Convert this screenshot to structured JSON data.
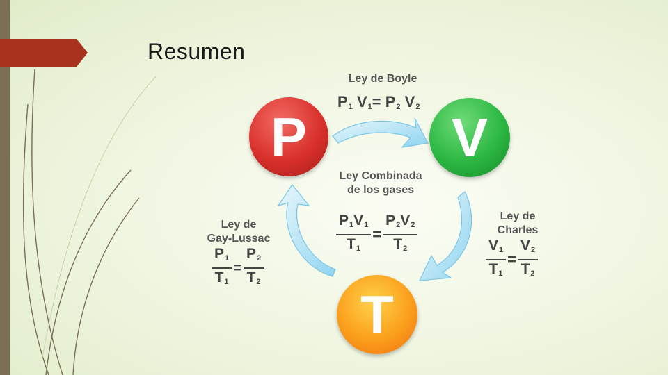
{
  "slide": {
    "title": "Resumen"
  },
  "circles": {
    "p": "P",
    "v": "V",
    "t": "T"
  },
  "boyle": {
    "label": "Ley de Boyle",
    "p": "P",
    "v": "V",
    "eq": "=",
    "s1": "1",
    "s2": "2"
  },
  "combinada": {
    "label1": "Ley Combinada",
    "label2": "de los gases",
    "p": "P",
    "v": "V",
    "t": "T",
    "eq": "=",
    "s1": "1",
    "s2": "2"
  },
  "gay": {
    "label1": "Ley de",
    "label2": "Gay-Lussac",
    "p": "P",
    "t": "T",
    "eq": "=",
    "s1": "1",
    "s2": "2"
  },
  "charles": {
    "label1": "Ley de",
    "label2": "Charles",
    "v": "V",
    "t": "T",
    "eq": "=",
    "s1": "1",
    "s2": "2"
  },
  "colors": {
    "accent": "#a8321e",
    "sidebar": "#7b6f55",
    "p": "#d9302b",
    "v": "#2cb742",
    "t": "#fb9f1c",
    "arrow": "#a9dff3"
  },
  "icons": [
    "cycle-arrow-icon"
  ]
}
